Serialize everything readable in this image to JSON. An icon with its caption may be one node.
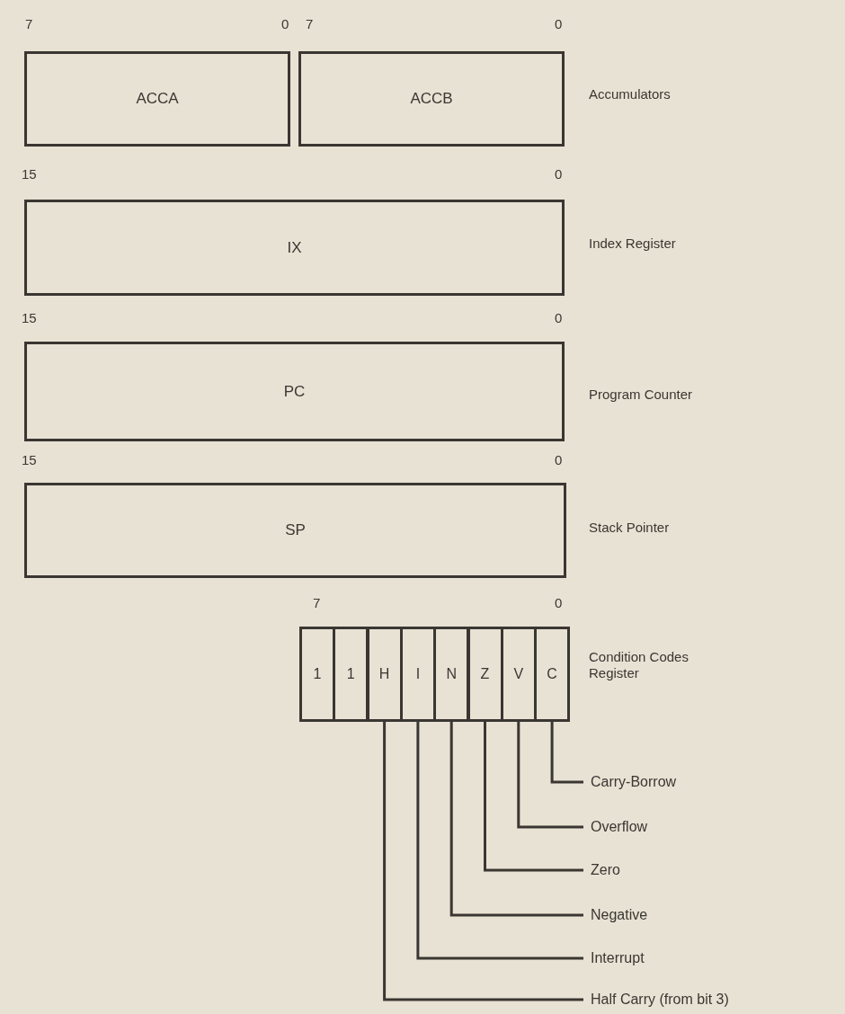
{
  "diagram": {
    "nodes": [
      {
        "text": [
          "ACCA"
        ]
      },
      {
        "text": [
          "ACCB"
        ]
      },
      {
        "text": [
          "IX"
        ]
      },
      {
        "text": [
          "PC"
        ]
      },
      {
        "text": [
          "SP"
        ]
      },
      {
        "text": [
          "1"
        ]
      },
      {
        "text": [
          "1"
        ]
      },
      {
        "text": [
          "H"
        ]
      },
      {
        "text": [
          "I"
        ]
      },
      {
        "text": [
          "N"
        ]
      },
      {
        "text": [
          "Z"
        ]
      },
      {
        "text": [
          "V"
        ]
      },
      {
        "text": [
          "C"
        ]
      },
      {
        "text": [
          "Carry-Borrow"
        ]
      },
      {
        "text": [
          "Overflow"
        ]
      },
      {
        "text": [
          "Zero"
        ]
      },
      {
        "text": [
          "Negative"
        ]
      },
      {
        "text": [
          "Interrupt"
        ]
      },
      {
        "text": [
          "Half Carry (from bit 3)"
        ]
      }
    ],
    "edges": [
      {
        "from": 12,
        "to": 13,
        "arrow": "none"
      },
      {
        "from": 11,
        "to": 14,
        "arrow": "none"
      },
      {
        "from": 10,
        "to": 15,
        "arrow": "none"
      },
      {
        "from": 9,
        "to": 16,
        "arrow": "none"
      },
      {
        "from": 8,
        "to": 17,
        "arrow": "none"
      },
      {
        "from": 7,
        "to": 18,
        "arrow": "none"
      }
    ],
    "labels": [
      "7",
      "0",
      "7",
      "0",
      "Accumulators",
      "15",
      "0",
      "Index Register",
      "15",
      "0",
      "Program Counter",
      "15",
      "0",
      "Stack Pointer",
      "7",
      "0",
      "Condition Codes Register"
    ]
  }
}
